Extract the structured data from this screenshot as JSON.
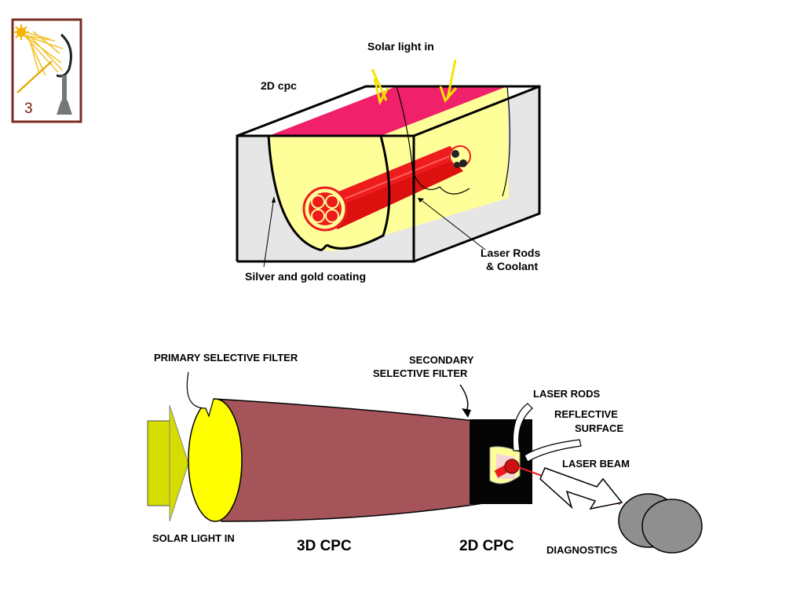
{
  "slide": {
    "number": "3",
    "colors": {
      "frame": "#7a2e22",
      "pink_aperture": "#f0206a",
      "pale_yellow": "#ffff9a",
      "laser_red": "#ee1c1c",
      "grey_box": "#e6e6e6",
      "cone_maroon": "#a5555a",
      "filter_yellow": "#ffff00",
      "olive_input": "#d4dc00",
      "arrow_yellow": "#f5e600",
      "diagnostics_grey": "#8f8f8f"
    }
  },
  "top_diagram": {
    "label_2d_cpc": "2D cpc",
    "label_solar_in": "Solar light in",
    "label_coating": "Silver and gold coating",
    "label_rods_line1": "Laser Rods",
    "label_rods_line2": "& Coolant"
  },
  "bottom_diagram": {
    "primary_filter": "PRIMARY SELECTIVE FILTER",
    "secondary_filter_line1": "SECONDARY",
    "secondary_filter_line2": "SELECTIVE FILTER",
    "laser_rods": "LASER RODS",
    "reflective_line1": "REFLECTIVE",
    "reflective_line2": "SURFACE",
    "laser_beam": "LASER BEAM",
    "solar_in": "SOLAR LIGHT IN",
    "cpc3d": "3D CPC",
    "cpc2d": "2D CPC",
    "diagnostics": "DIAGNOSTICS"
  }
}
